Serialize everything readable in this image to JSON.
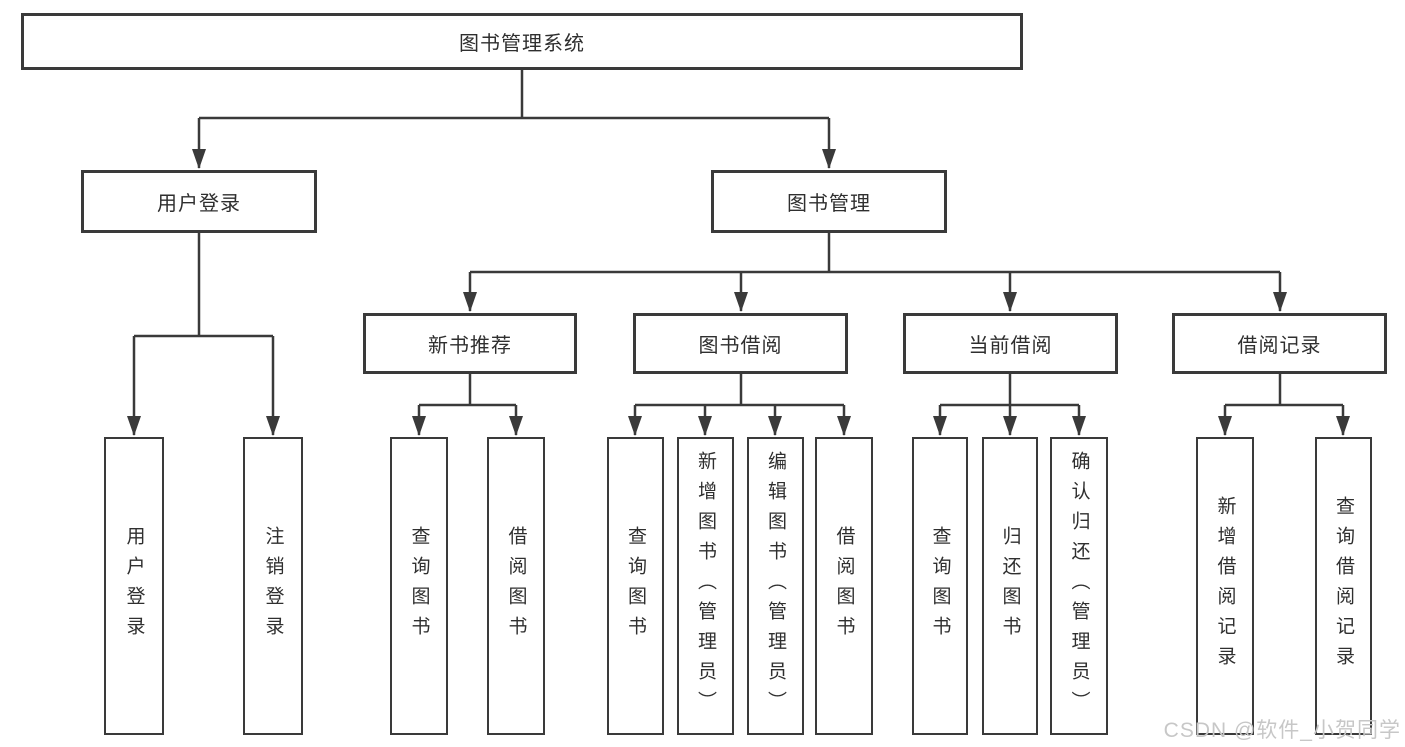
{
  "diagram": {
    "root": {
      "label": "图书管理系统"
    },
    "level2": [
      {
        "label": "用户登录"
      },
      {
        "label": "图书管理"
      }
    ],
    "level3": [
      {
        "label": "新书推荐"
      },
      {
        "label": "图书借阅"
      },
      {
        "label": "当前借阅"
      },
      {
        "label": "借阅记录"
      }
    ],
    "leaves": [
      {
        "label": "用户登录"
      },
      {
        "label": "注销登录"
      },
      {
        "label": "查询图书"
      },
      {
        "label": "借阅图书"
      },
      {
        "label": "查询图书"
      },
      {
        "label": "新增图书（管理员）"
      },
      {
        "label": "编辑图书（管理员）"
      },
      {
        "label": "借阅图书"
      },
      {
        "label": "查询图书"
      },
      {
        "label": "归还图书"
      },
      {
        "label": "确认归还（管理员）"
      },
      {
        "label": "新增借阅记录"
      },
      {
        "label": "查询借阅记录"
      }
    ]
  },
  "watermark": {
    "text": "CSDN @软件_小贺同学"
  },
  "colors": {
    "line": "#3a3a3a",
    "text": "#2f2f2f",
    "watermark": "#c7c7c7",
    "background": "#ffffff"
  }
}
